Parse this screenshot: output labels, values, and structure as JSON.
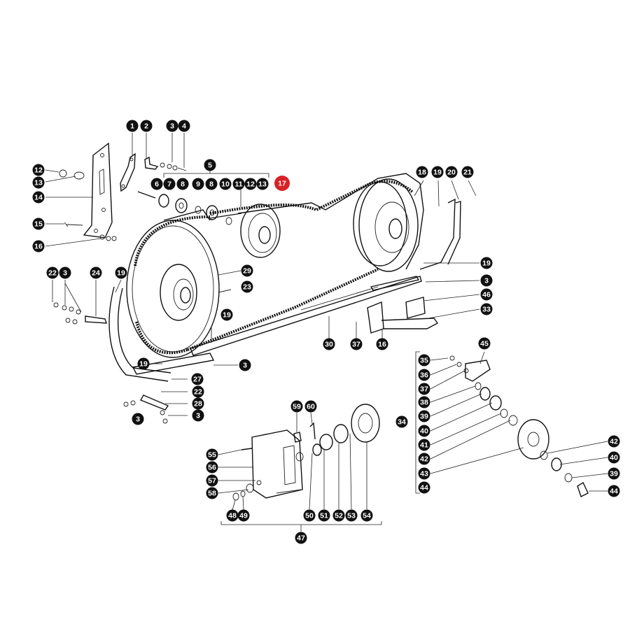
{
  "diagram": {
    "callouts": [
      {
        "n": "1"
      },
      {
        "n": "2"
      },
      {
        "n": "3"
      },
      {
        "n": "4"
      },
      {
        "n": "5"
      },
      {
        "n": "6"
      },
      {
        "n": "7"
      },
      {
        "n": "8"
      },
      {
        "n": "9"
      },
      {
        "n": "8"
      },
      {
        "n": "10"
      },
      {
        "n": "11"
      },
      {
        "n": "12"
      },
      {
        "n": "13"
      },
      {
        "n": "17",
        "highlight": true,
        "color": "#d82127"
      },
      {
        "n": "18"
      },
      {
        "n": "19"
      },
      {
        "n": "20"
      },
      {
        "n": "21"
      },
      {
        "n": "12"
      },
      {
        "n": "13"
      },
      {
        "n": "14"
      },
      {
        "n": "15"
      },
      {
        "n": "16"
      },
      {
        "n": "22"
      },
      {
        "n": "3"
      },
      {
        "n": "24"
      },
      {
        "n": "19"
      },
      {
        "n": "29"
      },
      {
        "n": "23"
      },
      {
        "n": "19"
      },
      {
        "n": "19"
      },
      {
        "n": "3"
      },
      {
        "n": "46"
      },
      {
        "n": "33"
      },
      {
        "n": "30"
      },
      {
        "n": "37"
      },
      {
        "n": "16"
      },
      {
        "n": "19"
      },
      {
        "n": "3"
      },
      {
        "n": "27"
      },
      {
        "n": "22"
      },
      {
        "n": "28"
      },
      {
        "n": "3"
      },
      {
        "n": "3"
      },
      {
        "n": "35"
      },
      {
        "n": "36"
      },
      {
        "n": "37"
      },
      {
        "n": "38"
      },
      {
        "n": "39"
      },
      {
        "n": "40"
      },
      {
        "n": "41"
      },
      {
        "n": "42"
      },
      {
        "n": "43"
      },
      {
        "n": "44"
      },
      {
        "n": "45"
      },
      {
        "n": "34"
      },
      {
        "n": "42"
      },
      {
        "n": "40"
      },
      {
        "n": "39"
      },
      {
        "n": "44"
      },
      {
        "n": "59"
      },
      {
        "n": "60"
      },
      {
        "n": "55"
      },
      {
        "n": "56"
      },
      {
        "n": "57"
      },
      {
        "n": "58"
      },
      {
        "n": "48"
      },
      {
        "n": "49"
      },
      {
        "n": "50"
      },
      {
        "n": "51"
      },
      {
        "n": "52"
      },
      {
        "n": "53"
      },
      {
        "n": "54"
      },
      {
        "n": "47"
      }
    ]
  },
  "colors": {
    "callout_fill": "#111111",
    "callout_text": "#ffffff",
    "highlight": "#d82127",
    "line": "#111111"
  }
}
